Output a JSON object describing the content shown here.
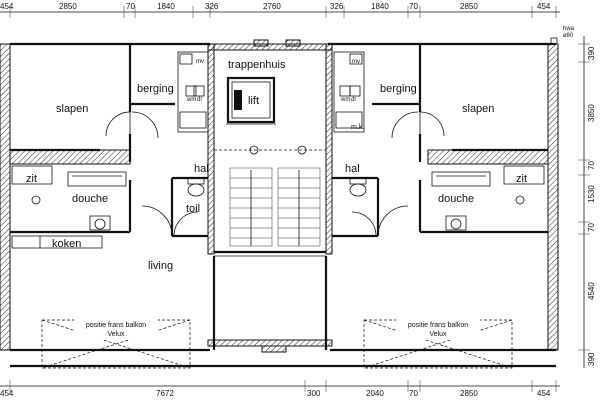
{
  "dimensions": {
    "top": [
      "454",
      "2850",
      "70",
      "1840",
      "326",
      "2760",
      "326",
      "1840",
      "70",
      "2850",
      "454"
    ],
    "bottom": [
      "454",
      "7672",
      "300",
      "2040",
      "70",
      "2850",
      "454"
    ],
    "right": [
      "390",
      "3850",
      "70",
      "1530",
      "70",
      "4540",
      "390"
    ],
    "pipe": [
      "hwa",
      "ø80"
    ]
  },
  "rooms": {
    "trappenhuis": "trappenhuis",
    "lift": "lift",
    "berging_left": "berging",
    "berging_right": "berging",
    "slapen_left": "slapen",
    "slapen_right": "slapen",
    "hal_left": "hal",
    "hal_right": "hal",
    "zit_left": "zit",
    "zit_right": "zit",
    "douche_left": "douche",
    "douche_right": "douche",
    "toil": "toil",
    "koken": "koken",
    "living": "living",
    "mk": "m.k."
  },
  "balcony": {
    "left_line1": "positie frans balkon",
    "left_line2": "Velux",
    "right_line1": "positie frans balkon",
    "right_line2": "Velux"
  },
  "small_labels": {
    "mv_left": "mv",
    "mv_right": "mv",
    "wm_left": "wm",
    "dr_left": "dr",
    "wm_right": "wm",
    "dr_right": "dr"
  }
}
